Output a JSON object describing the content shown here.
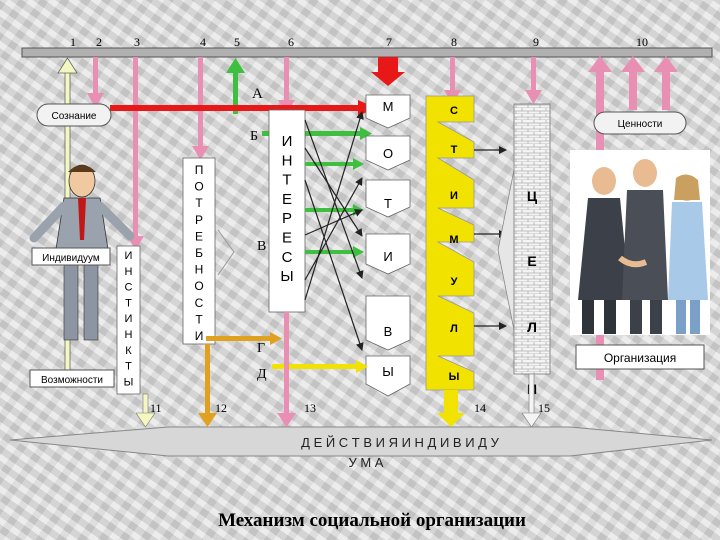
{
  "title": "Механизм социальной организации",
  "top_numbers": [
    "1",
    "2",
    "3",
    "4",
    "5",
    "6",
    "7",
    "8",
    "9",
    "10"
  ],
  "bottom_numbers": [
    "11",
    "12",
    "13",
    "14",
    "15"
  ],
  "letters": {
    "a": "А",
    "b": "Б",
    "v": "В",
    "g": "Г",
    "d": "Д"
  },
  "boxes": {
    "consciousness": "Сознание",
    "values": "Ценности",
    "individual": "Индивидуум",
    "possibilities": "Возможности",
    "organization": "Организация"
  },
  "columns": {
    "instincts": [
      "И",
      "Н",
      "С",
      "Т",
      "И",
      "Н",
      "К",
      "Т",
      "Ы"
    ],
    "needs": [
      "П",
      "О",
      "Т",
      "Р",
      "Е",
      "Б",
      "Н",
      "О",
      "С",
      "Т",
      "И"
    ],
    "interests": [
      "И",
      "Н",
      "Т",
      "Е",
      "Р",
      "Е",
      "С",
      "Ы"
    ],
    "motives": [
      "М",
      "О",
      "Т",
      "И",
      "В",
      "Ы"
    ],
    "stimuli": [
      "С",
      "Т",
      "И",
      "М",
      "У",
      "Л",
      "Ы"
    ],
    "goals": [
      "Ц",
      "Е",
      "Л",
      "И"
    ]
  },
  "banner": {
    "line1": "Д Е Й С Т В И Я    И Н Д И В И Д У",
    "line2": "У М А"
  },
  "colors": {
    "pink": "#e98fb4",
    "green": "#3fbf3f",
    "red": "#e81818",
    "orange": "#e0a020",
    "yellow": "#f2e200",
    "gray": "#9a9a9a"
  }
}
